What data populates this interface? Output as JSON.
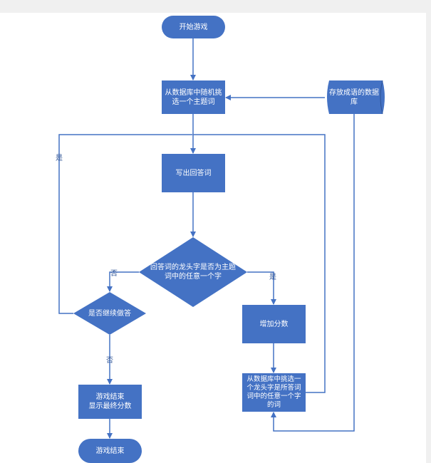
{
  "nodes": {
    "start": "开始游戏",
    "select_theme": "从数据库中随机挑\n选一个主题词",
    "idiom_db": "存放成语的数据\n库",
    "write_answer": "写出回答词",
    "check_decision": "回答词的龙头字是否为主题\n词中的任意一个字",
    "continue_decision": "是否继续做答",
    "add_score": "增加分数",
    "select_next": "从数据库中挑选一\n个龙头字是所答词\n词中的任意一个字\n的词",
    "end_show_score": "游戏结束\n显示最终分数",
    "end": "游戏结束"
  },
  "edge_labels": {
    "continue_yes": "是",
    "check_no": "否",
    "check_yes": "是",
    "continue_no": "否"
  },
  "colors": {
    "fill": "#4472c4",
    "fill_dark": "#3a63ad",
    "line": "#4472c4"
  }
}
